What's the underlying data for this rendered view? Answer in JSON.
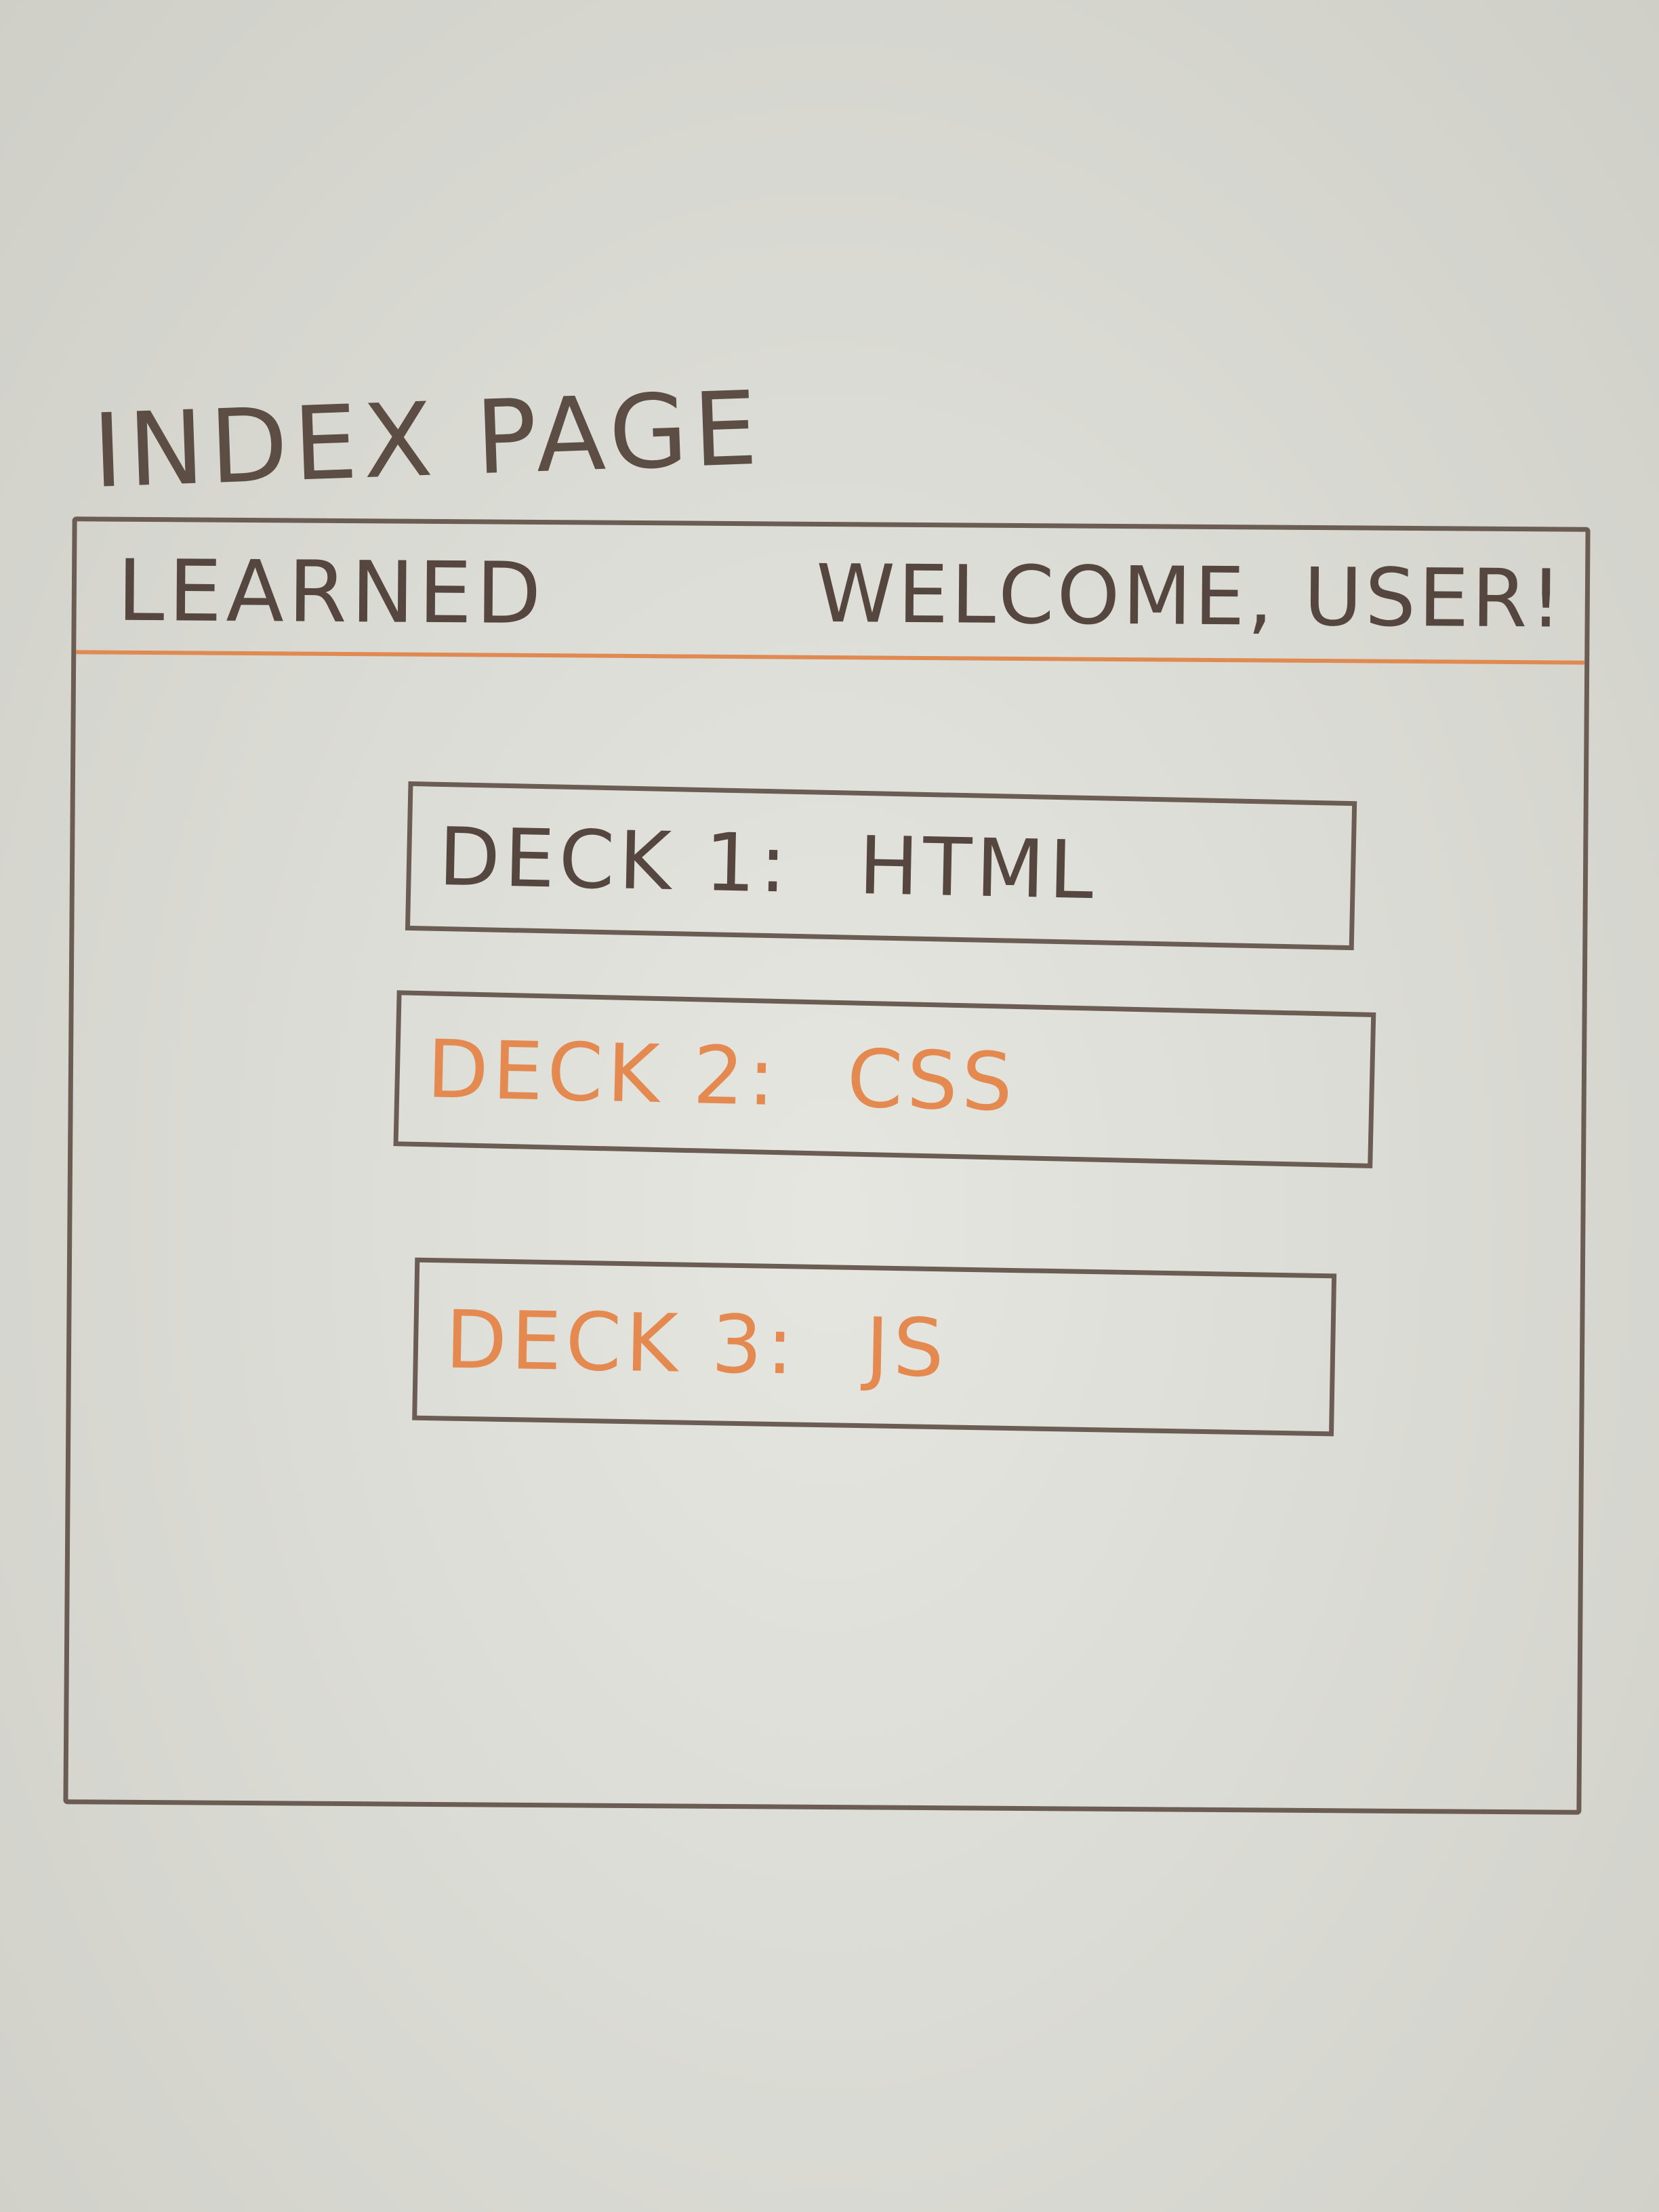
{
  "sketch": {
    "page_title": "INDEX PAGE",
    "header": {
      "brand": "LEARNED",
      "welcome": "WELCOME, USER!"
    },
    "decks": [
      {
        "name": "DECK 1:",
        "topic": "HTML",
        "color": "#55463f"
      },
      {
        "name": "DECK 2:",
        "topic": "CSS",
        "color": "#e48a50"
      },
      {
        "name": "DECK 3:",
        "topic": "JS",
        "color": "#e48a50"
      }
    ],
    "colors": {
      "marker_brown": "#6b5c54",
      "marker_orange": "#e08a52",
      "whiteboard": "#dcdcd6"
    }
  }
}
